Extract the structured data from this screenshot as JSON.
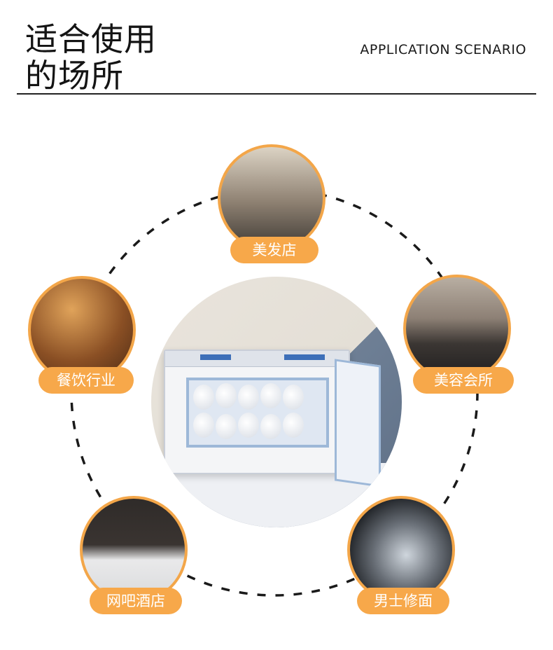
{
  "header": {
    "title_line1": "适合使用",
    "title_line2": "的场所",
    "subtitle": "APPLICATION SCENARIO"
  },
  "accent_color": "#f7a84a",
  "scenarios": [
    {
      "label": "美发店"
    },
    {
      "label": "餐饮行业"
    },
    {
      "label": "美容会所"
    },
    {
      "label": "网吧酒店"
    },
    {
      "label": "男士修面"
    }
  ]
}
